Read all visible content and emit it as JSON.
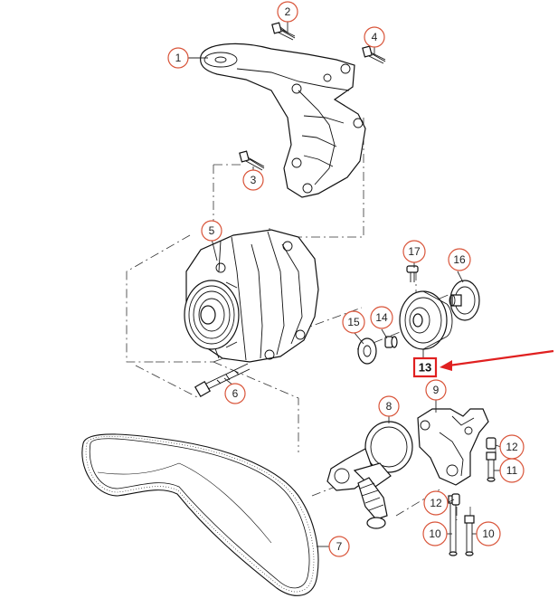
{
  "diagram": {
    "callouts": [
      {
        "id": "c1",
        "label": "1"
      },
      {
        "id": "c2",
        "label": "2"
      },
      {
        "id": "c3",
        "label": "3"
      },
      {
        "id": "c4",
        "label": "4"
      },
      {
        "id": "c5",
        "label": "5"
      },
      {
        "id": "c6",
        "label": "6"
      },
      {
        "id": "c7",
        "label": "7"
      },
      {
        "id": "c8",
        "label": "8"
      },
      {
        "id": "c9",
        "label": "9"
      },
      {
        "id": "c10a",
        "label": "10"
      },
      {
        "id": "c10b",
        "label": "10"
      },
      {
        "id": "c11",
        "label": "11"
      },
      {
        "id": "c12a",
        "label": "12"
      },
      {
        "id": "c12b",
        "label": "12"
      },
      {
        "id": "c14",
        "label": "14"
      },
      {
        "id": "c15",
        "label": "15"
      },
      {
        "id": "c16",
        "label": "16"
      },
      {
        "id": "c17",
        "label": "17"
      }
    ],
    "highlight": {
      "label": "13",
      "color": "#e02020"
    }
  }
}
